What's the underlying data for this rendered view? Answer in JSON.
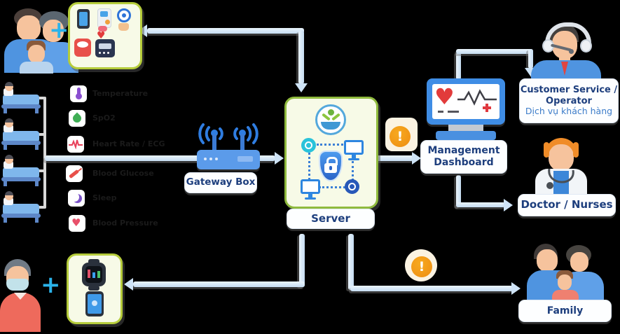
{
  "colors": {
    "background": "#000000",
    "connector": "#cfe4f7",
    "device_box_fill": "#f7fae7",
    "device_box_border": "#b5cc3a",
    "label_text": "#1d3e7d",
    "subtitle_text": "#3c7cc9",
    "alert_orange": "#f0941e",
    "plus_cyan": "#2bb3ea"
  },
  "top_left": {
    "group_icon": "family-group-icon",
    "plus": "+",
    "device_box": {
      "icons": [
        "smartphone-icon",
        "glucose-meter-icon",
        "coin-hand-icon",
        "weight-scale-icon",
        "blood-pressure-monitor-icon"
      ]
    }
  },
  "patients": {
    "icon": "patient-in-bed-icon",
    "count": 4
  },
  "vitals": {
    "items": [
      {
        "icon": "thermometer-icon",
        "label": "Temperature"
      },
      {
        "icon": "blood-drop-icon",
        "label": "SpO2"
      },
      {
        "icon": "heartbeat-icon",
        "label": "Heart Rate / ECG"
      },
      {
        "icon": "syringe-icon",
        "label": "Blood Glucose"
      },
      {
        "icon": "moon-icon",
        "label": "Sleep"
      },
      {
        "icon": "heart-pin-icon",
        "label": "Blood Pressure"
      }
    ]
  },
  "gateway": {
    "label": "Gateway Box",
    "icon": "wifi-router-icon"
  },
  "server": {
    "label": "Server",
    "icons": [
      "health-logo-icon",
      "network-node-icon",
      "monitor-icon",
      "security-shield-lock-icon"
    ]
  },
  "alerts": {
    "glyph": "!",
    "icon": "warning-icon"
  },
  "dashboard": {
    "label_line1": "Management",
    "label_line2": "Dashboard",
    "icon": "heart-monitor-screen-icon"
  },
  "customer_service": {
    "title_line1": "Customer Service /",
    "title_line2": "Operator",
    "subtitle": "Dịch vụ khách hàng",
    "icon": "operator-headset-icon"
  },
  "doctor": {
    "label": "Doctor / Nurses",
    "icon": "doctor-icon"
  },
  "family": {
    "label": "Family",
    "icon": "family-group-icon"
  },
  "bottom_left": {
    "person_icon": "masked-patient-icon",
    "plus": "+",
    "device_box": {
      "icons": [
        "smartwatch-icon",
        "smartphone-icon"
      ]
    }
  }
}
